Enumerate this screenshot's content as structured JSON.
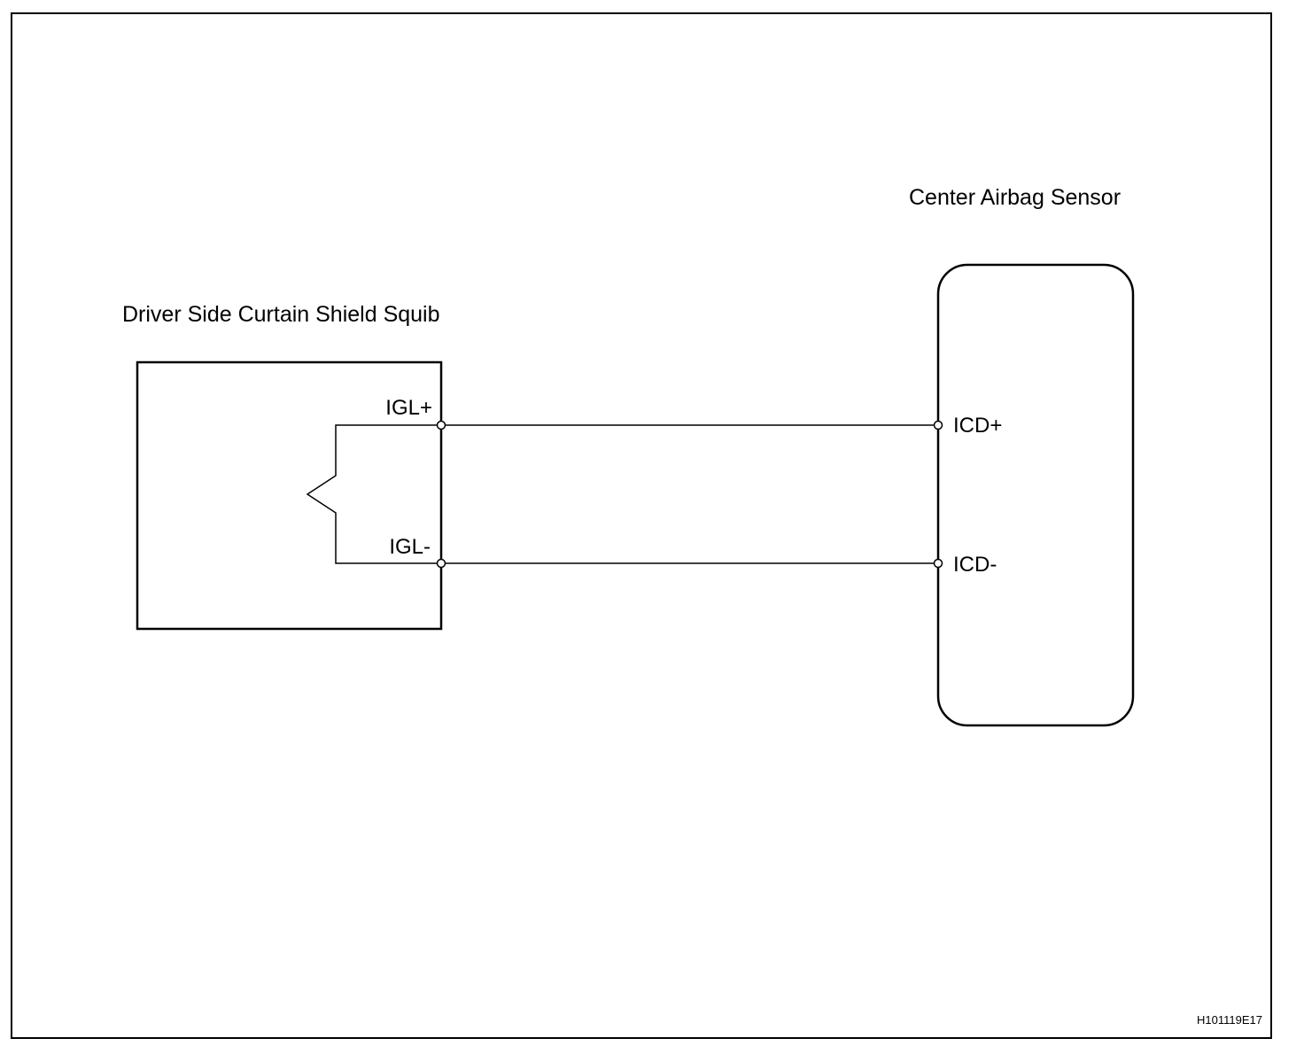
{
  "figure": {
    "code": "H101119E17"
  },
  "components": {
    "squib": {
      "title": "Driver Side Curtain Shield Squib",
      "pins": {
        "positive": "IGL+",
        "negative": "IGL-"
      }
    },
    "sensor": {
      "title": "Center Airbag Sensor",
      "pins": {
        "positive": "ICD+",
        "negative": "ICD-"
      }
    }
  },
  "wires": [
    {
      "from": "IGL+",
      "to": "ICD+"
    },
    {
      "from": "IGL-",
      "to": "ICD-"
    }
  ],
  "colors": {
    "line": "#000000",
    "background": "#ffffff"
  }
}
